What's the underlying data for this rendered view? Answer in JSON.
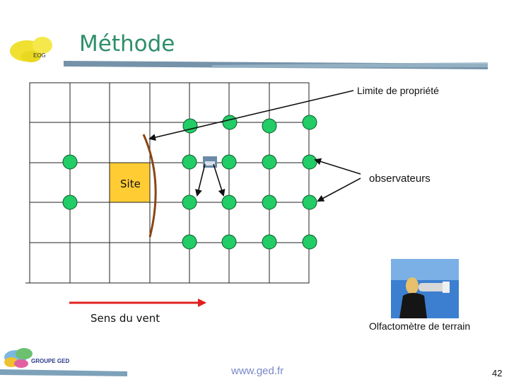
{
  "slide": {
    "title": "Méthode",
    "logo_text": "EOG",
    "footer_logo_text": "GROUPE GED",
    "footer_url": "www.ged.fr",
    "page_number": "42"
  },
  "labels": {
    "property_limit": "Limite de propriété",
    "observers": "observateurs",
    "site": "Site",
    "wind": "Sens du vent",
    "olfactometer": "Olfactomètre de terrain"
  },
  "colors": {
    "title": "#2e8f6a",
    "observer_fill": "#22cc66",
    "site_fill": "#ffcc33",
    "wind_arrow": "#e02020",
    "property_line": "#8b4513",
    "grid": "#222222"
  },
  "icons": [
    "eog-logo-icon",
    "ged-logo-icon",
    "observer-dot-icon",
    "source-icon",
    "olfactometer-photo-icon"
  ]
}
